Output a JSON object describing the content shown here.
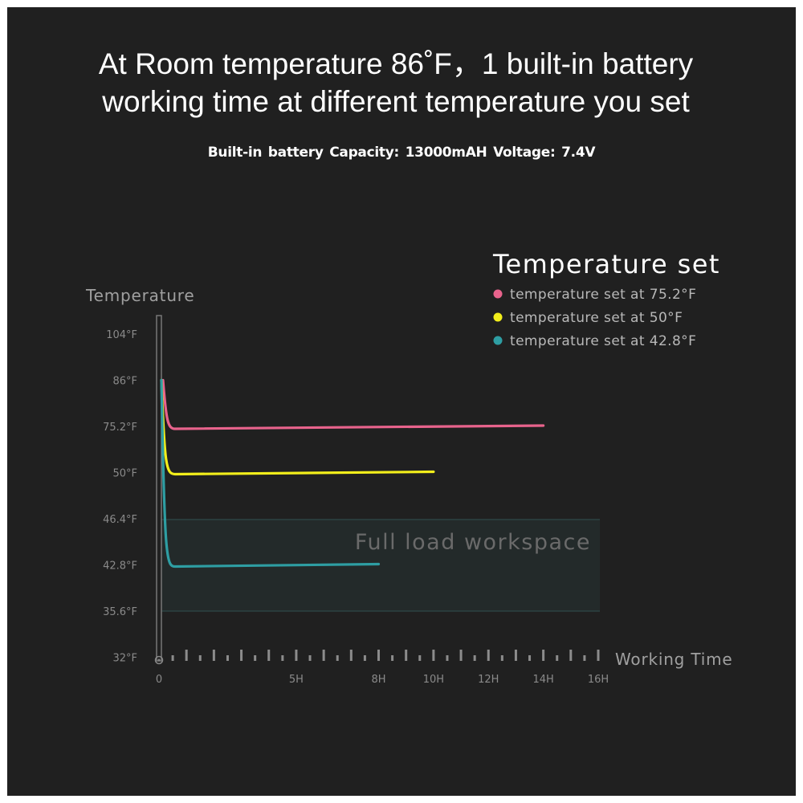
{
  "headline": {
    "line1": "At Room temperature 86˚F，1 built-in battery",
    "line2": "working time at different temperature you set"
  },
  "subline": "Built-in battery   Capacity: 13000mAH   Voltage: 7.4V",
  "colors": {
    "background": "#202020",
    "pink": "#e8638c",
    "yellow": "#f2ee1b",
    "teal": "#2e9ea3",
    "zone_fill": "#232a2a",
    "zone_border": "#2f4848"
  },
  "chart_data": {
    "type": "line",
    "title": "Temperature set",
    "ylabel": "Temperature",
    "xlabel": "Working Time",
    "y_ticks": [
      "104°F",
      "86°F",
      "75.2°F",
      "50°F",
      "46.4°F",
      "42.8°F",
      "35.6°F",
      "32°F"
    ],
    "y_scale": "categorical-equal-spacing",
    "x_ticks": [
      "0",
      "5H",
      "8H",
      "10H",
      "12H",
      "14H",
      "16H"
    ],
    "x_tick_values": [
      0,
      5,
      8,
      10,
      12,
      14,
      16
    ],
    "xlim": [
      0,
      16
    ],
    "legend_placement": "top-right",
    "series": [
      {
        "name": "temperature set at 75.2°F",
        "color": "#e8638c",
        "start": 86,
        "settle": 75.2,
        "end_hours": 14
      },
      {
        "name": "temperature set at 50°F",
        "color": "#f2ee1b",
        "start": 86,
        "settle": 50,
        "end_hours": 10
      },
      {
        "name": "temperature set at 42.8°F",
        "color": "#2e9ea3",
        "start": 86,
        "settle": 42.8,
        "end_hours": 8
      }
    ],
    "annotations": [
      {
        "text": "Full load workspace",
        "y_from": 35.6,
        "y_to": 46.4
      }
    ]
  }
}
